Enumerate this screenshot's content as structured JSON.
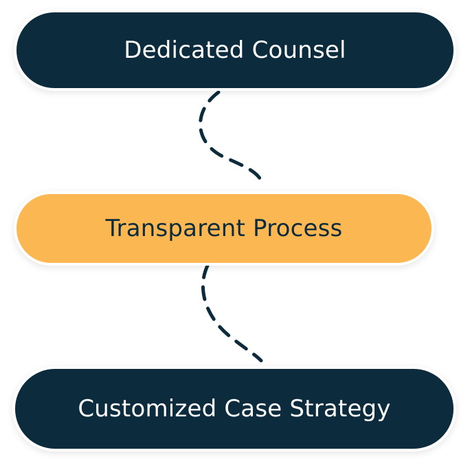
{
  "diagram": {
    "steps": [
      {
        "label": "Dedicated Counsel",
        "style": "dark"
      },
      {
        "label": "Transparent Process",
        "style": "accent"
      },
      {
        "label": "Customized Case Strategy",
        "style": "dark"
      }
    ],
    "colors": {
      "dark": "#0c2b3c",
      "accent": "#fbb752",
      "text_light": "#ffffff",
      "connector": "#0c2b3c"
    },
    "connector_style": "dashed-curve"
  }
}
